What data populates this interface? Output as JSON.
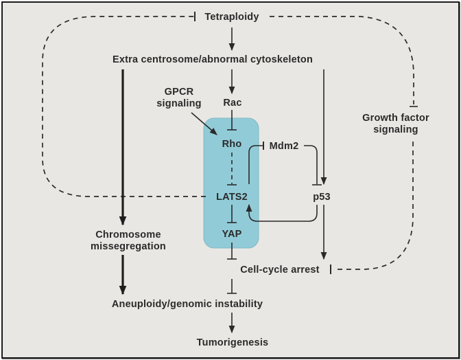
{
  "diagram": {
    "colors": {
      "background": "#e9e7e3",
      "highlight_box": "#92cbd8",
      "line": "#2a2a2a"
    },
    "nodes": {
      "tetraploidy": "Tetraploidy",
      "extra_centrosome": "Extra centrosome/abnormal cytoskeleton",
      "gpcr_line1": "GPCR",
      "gpcr_line2": "signaling",
      "rac": "Rac",
      "rho": "Rho",
      "mdm2": "Mdm2",
      "lats2": "LATS2",
      "p53": "p53",
      "yap": "YAP",
      "growth_line1": "Growth factor",
      "growth_line2": "signaling",
      "chromosome_line1": "Chromosome",
      "chromosome_line2": "missegregation",
      "cell_cycle_arrest": "Cell-cycle arrest",
      "aneuploidy": "Aneuploidy/genomic instability",
      "tumorigenesis": "Tumorigenesis"
    },
    "edges": [
      {
        "from": "Tetraploidy",
        "to": "Extra centrosome/abnormal cytoskeleton",
        "type": "activation"
      },
      {
        "from": "Extra centrosome/abnormal cytoskeleton",
        "to": "Rac",
        "type": "activation"
      },
      {
        "from": "Extra centrosome/abnormal cytoskeleton",
        "to": "Chromosome missegregation",
        "type": "activation-strong"
      },
      {
        "from": "Extra centrosome/abnormal cytoskeleton",
        "to": "p53",
        "type": "activation"
      },
      {
        "from": "Rac",
        "to": "Rho",
        "type": "inhibition"
      },
      {
        "from": "GPCR signaling",
        "to": "Rho",
        "type": "activation"
      },
      {
        "from": "Rho",
        "to": "LATS2",
        "type": "inhibition-dashed"
      },
      {
        "from": "LATS2",
        "to": "Mdm2",
        "type": "inhibition"
      },
      {
        "from": "Mdm2",
        "to": "p53",
        "type": "inhibition"
      },
      {
        "from": "p53",
        "to": "LATS2",
        "type": "activation"
      },
      {
        "from": "LATS2",
        "to": "YAP",
        "type": "inhibition"
      },
      {
        "from": "LATS2",
        "to": "Tetraploidy",
        "type": "inhibition-dashed"
      },
      {
        "from": "Tetraploidy",
        "to": "Growth factor signaling",
        "type": "inhibition-dashed"
      },
      {
        "from": "Growth factor signaling",
        "to": "Cell-cycle arrest",
        "type": "inhibition-dashed"
      },
      {
        "from": "YAP",
        "to": "Cell-cycle arrest",
        "type": "inhibition"
      },
      {
        "from": "p53",
        "to": "Cell-cycle arrest",
        "type": "activation"
      },
      {
        "from": "Cell-cycle arrest",
        "to": "Aneuploidy/genomic instability",
        "type": "inhibition"
      },
      {
        "from": "Chromosome missegregation",
        "to": "Aneuploidy/genomic instability",
        "type": "activation-strong"
      },
      {
        "from": "Aneuploidy/genomic instability",
        "to": "Tumorigenesis",
        "type": "activation"
      }
    ]
  }
}
